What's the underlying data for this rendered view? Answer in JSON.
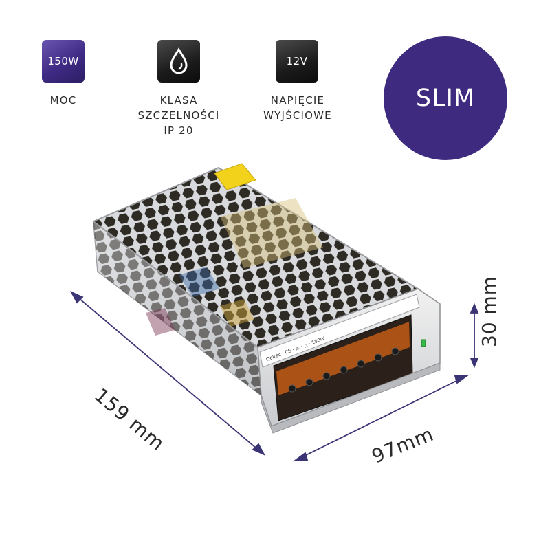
{
  "features": [
    {
      "badge": "150W",
      "label_lines": [
        "MOC"
      ],
      "icon": "power-badge"
    },
    {
      "badge": "",
      "label_lines": [
        "KLASA",
        "SZCZELNOŚCI",
        "IP 20"
      ],
      "icon": "water-drop-icon"
    },
    {
      "badge": "12V",
      "label_lines": [
        "NAPIĘCIE",
        "WYJŚCIOWE"
      ],
      "icon": "voltage-badge"
    }
  ],
  "highlight": "SLIM",
  "dimensions": {
    "length": "159 mm",
    "width": "97mm",
    "height": "30 mm"
  },
  "colors": {
    "accent": "#3e2a7e",
    "badge_dark": "#1b1b1b",
    "arrow": "#3b3575",
    "warning_label": "#f2d21b",
    "terminal": "#c25a16"
  }
}
